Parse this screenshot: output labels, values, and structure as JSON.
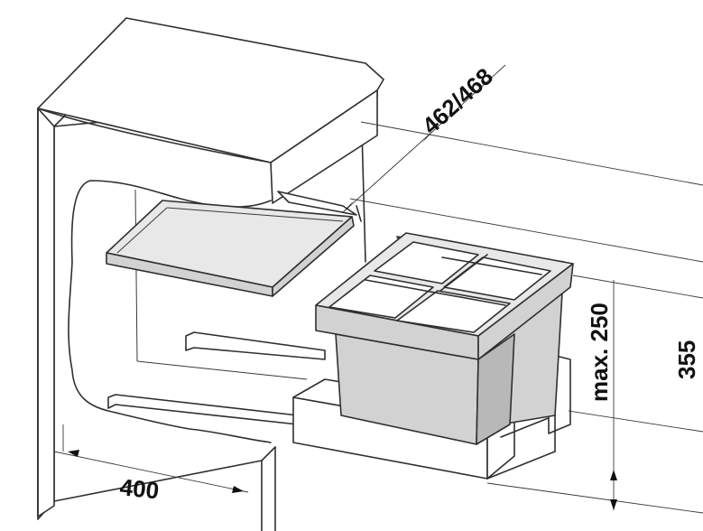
{
  "dimensions": {
    "rail_length": "462/468",
    "max_height": "max. 250",
    "cabinet_height": "355",
    "cabinet_width": "400"
  },
  "colors": {
    "stroke": "#2f2f2f",
    "bin_fill": "#d2d2d2",
    "panel_fill": "#e8e8e8",
    "background": "#ffffff"
  }
}
